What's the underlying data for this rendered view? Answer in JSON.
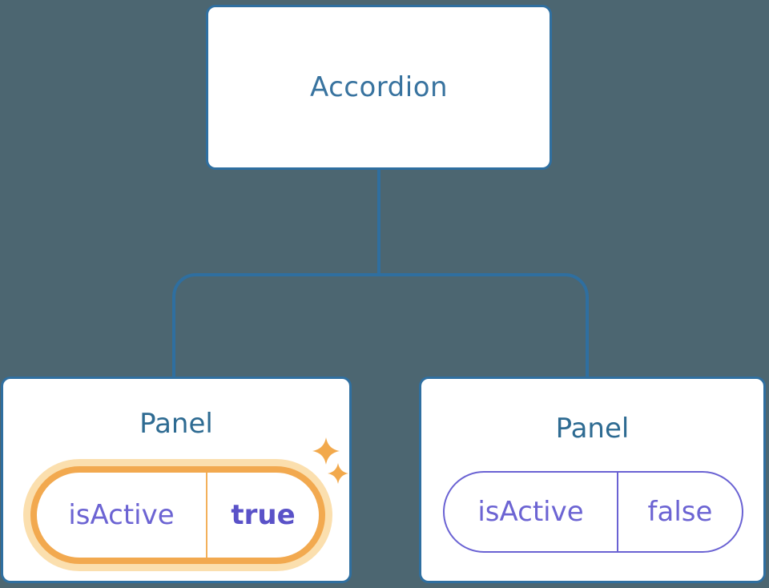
{
  "diagram": {
    "description": "Component tree: Accordion parent with two Panel children showing isActive prop state",
    "root_node": {
      "label": "Accordion"
    },
    "panels": [
      {
        "title": "Panel",
        "prop_name": "isActive",
        "prop_value": "true",
        "state": "active",
        "highlight": "orange-glow-with-sparkles"
      },
      {
        "title": "Panel",
        "prop_name": "isActive",
        "prop_value": "false",
        "state": "inactive",
        "highlight": "none"
      }
    ]
  },
  "icons": {
    "sparkles": "two four-point sparkle stars marking the active panel"
  },
  "colors": {
    "background": "#4c6671",
    "node_border": "#2f6fa0",
    "node_fill": "#ffffff",
    "connector_line": "#2f6fa0",
    "root_label_text": "#38739f",
    "panel_title_text": "#2e6b92",
    "prop_text_purple": "#6c64d3",
    "prop_value_active_purple": "#5a52c8",
    "active_ring_orange": "#f2a94f",
    "active_glow_light_orange": "#fbdfae",
    "inactive_pill_border_purple": "#6a62d3",
    "sparkle_orange": "#f2a94c"
  }
}
